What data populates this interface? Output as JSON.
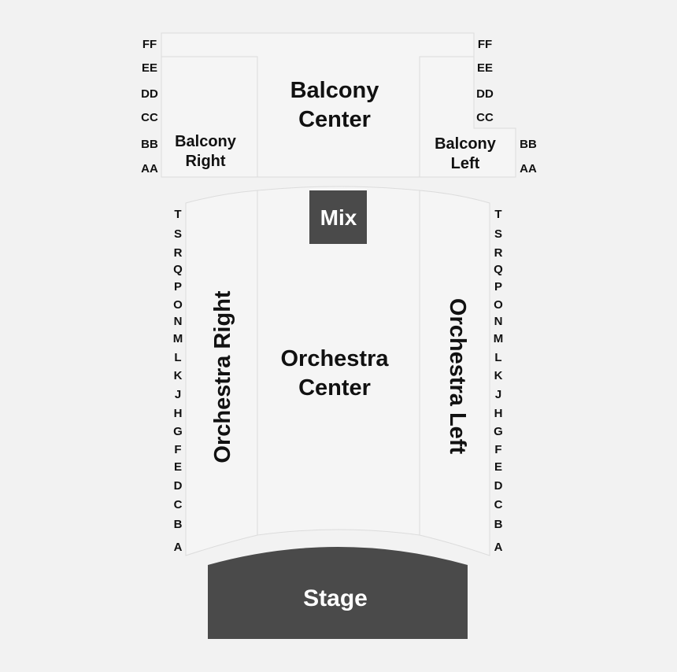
{
  "sections": {
    "balcony_center": [
      "Balcony",
      "Center"
    ],
    "balcony_right": [
      "Balcony",
      "Right"
    ],
    "balcony_left": [
      "Balcony",
      "Left"
    ],
    "orchestra_center": [
      "Orchestra",
      "Center"
    ],
    "orchestra_right": "Orchestra Right",
    "orchestra_left": "Orchestra Left",
    "mix": "Mix",
    "stage": "Stage"
  },
  "balcony_rows_left": [
    "FF",
    "EE",
    "DD",
    "CC",
    "BB",
    "AA"
  ],
  "balcony_rows_right_upper": [
    "FF",
    "EE",
    "DD",
    "CC"
  ],
  "balcony_rows_right_lower": [
    "BB",
    "AA"
  ],
  "orchestra_rows": [
    "T",
    "S",
    "R",
    "Q",
    "P",
    "O",
    "N",
    "M",
    "L",
    "K",
    "J",
    "H",
    "G",
    "F",
    "E",
    "D",
    "C",
    "B",
    "A"
  ],
  "colors": {
    "background": "#f2f2f2",
    "section_fill": "#f5f5f5",
    "section_border": "#dcdcdc",
    "mix_fill": "#4a4a4a",
    "stage_fill": "#4a4a4a",
    "text": "#111111"
  }
}
